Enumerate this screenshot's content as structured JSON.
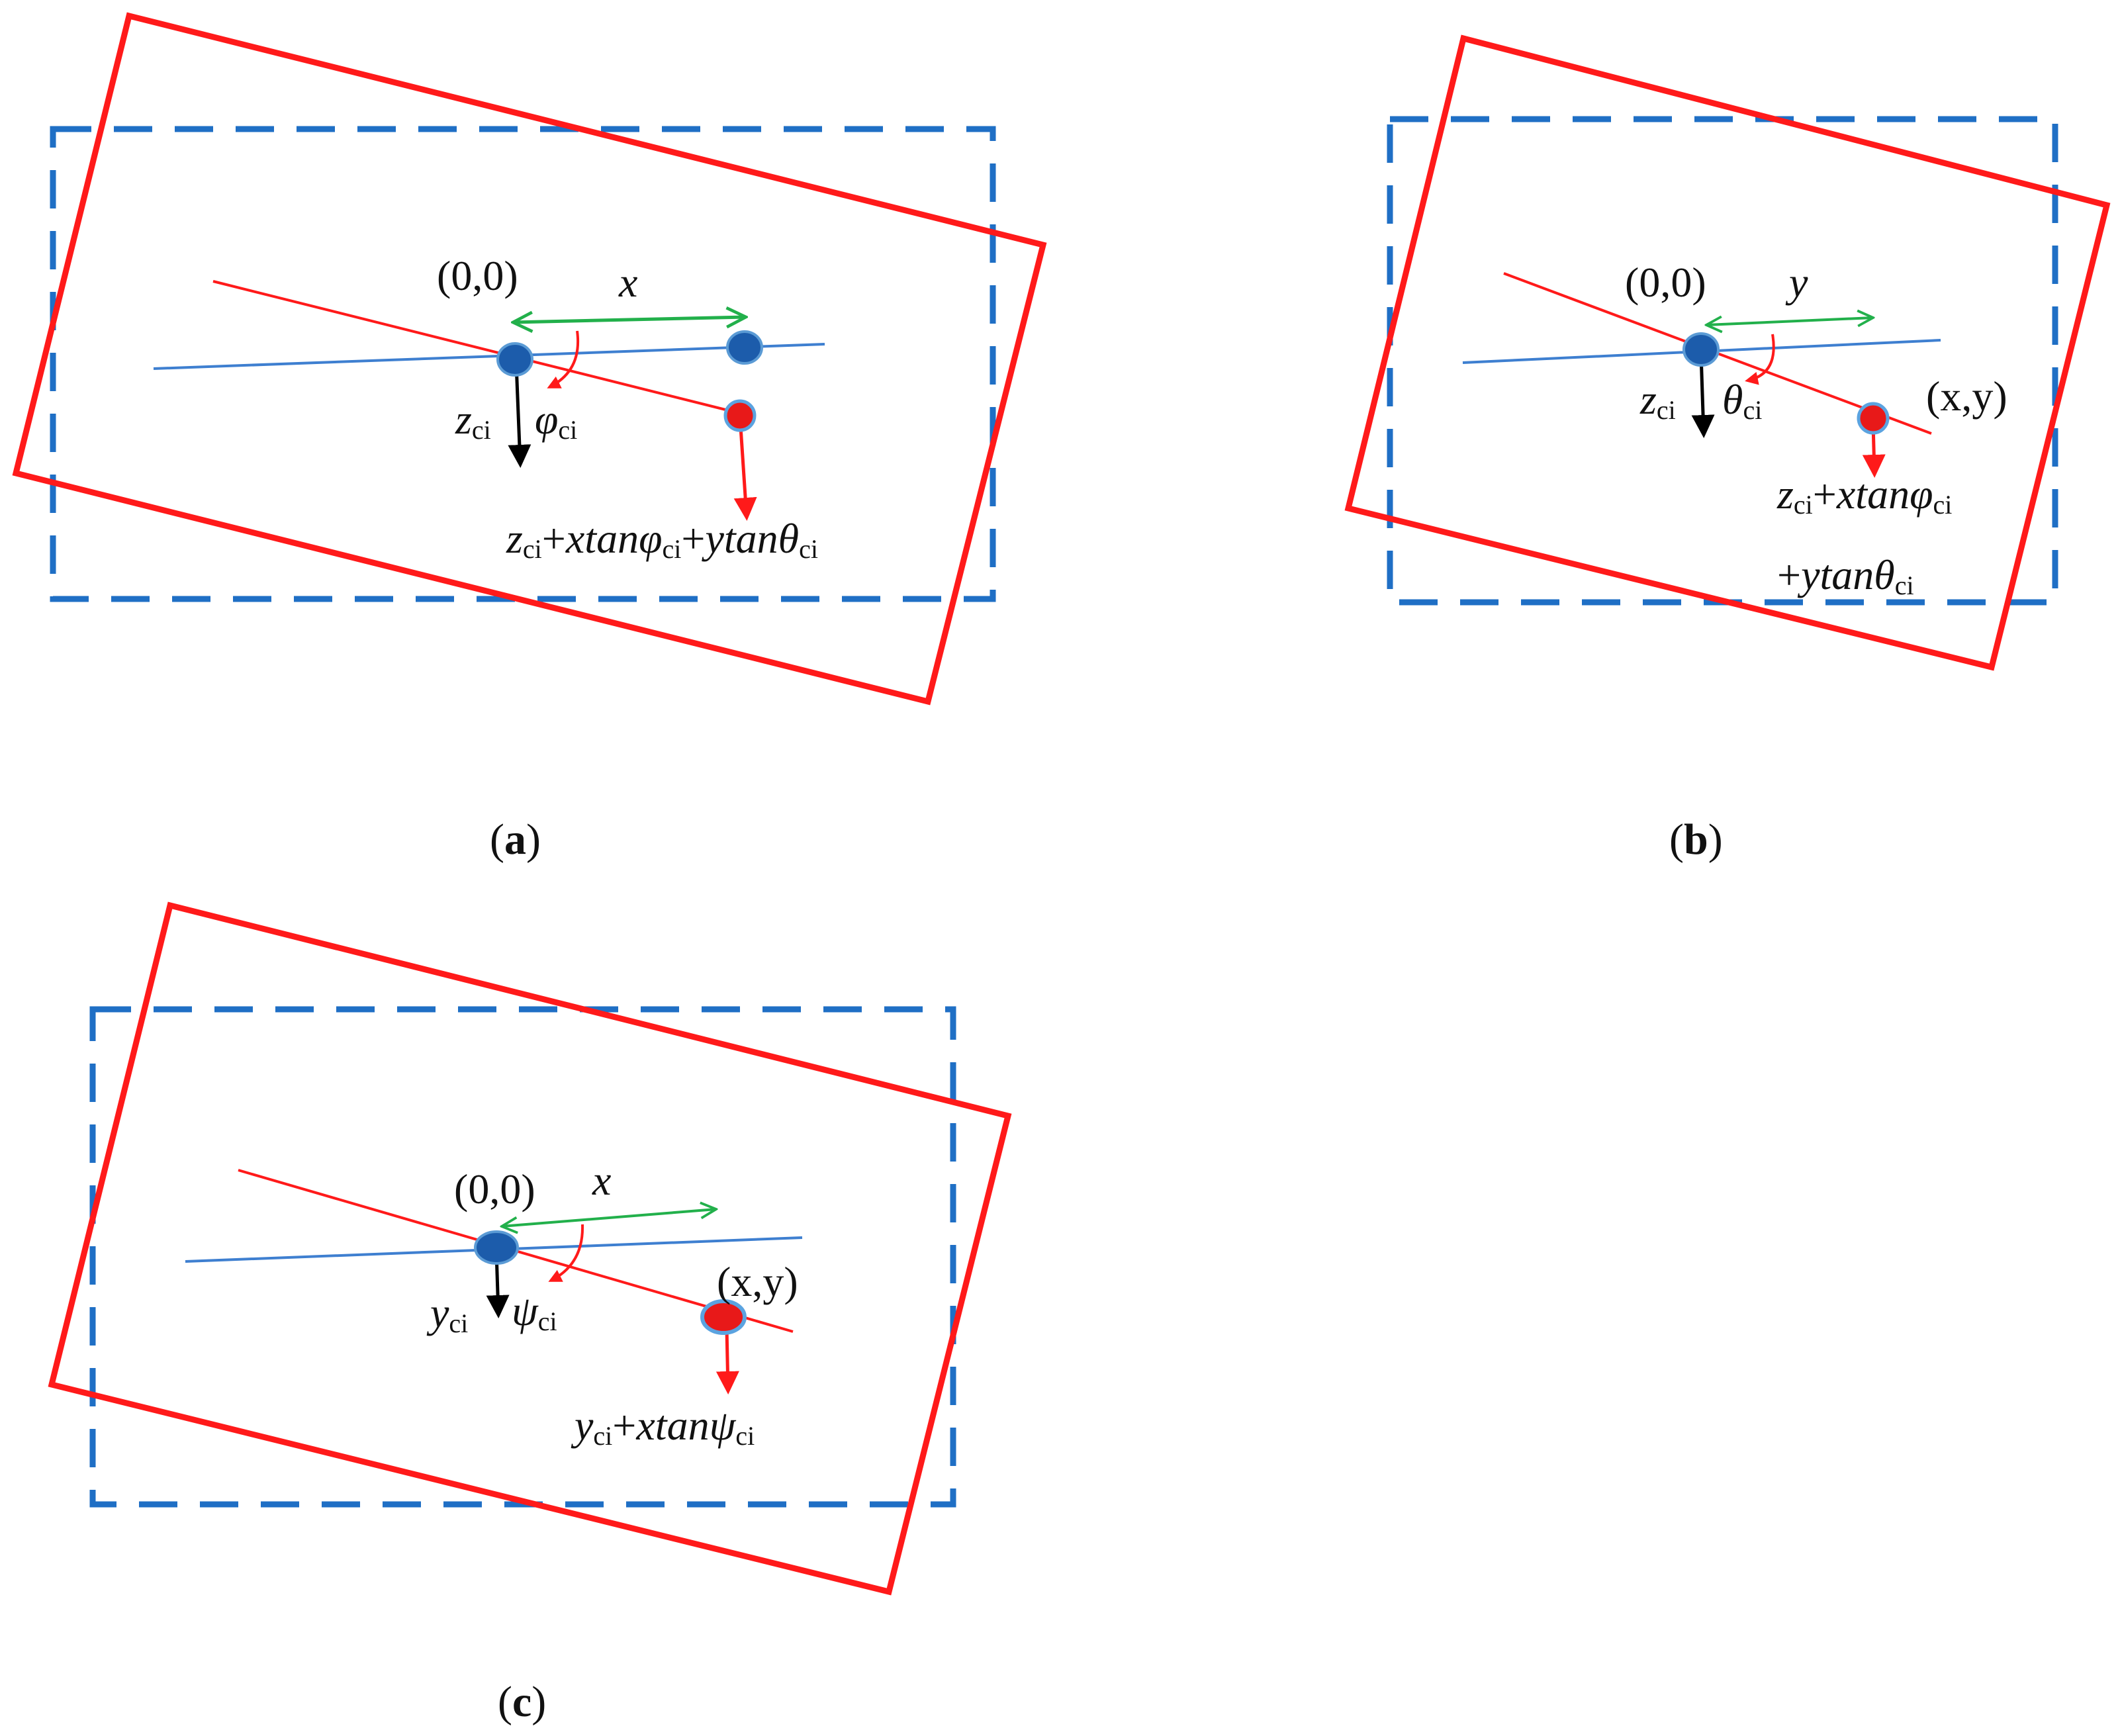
{
  "panels": {
    "a": {
      "caption_letter": "a",
      "origin_label": "(0,0)",
      "axis_label": "x",
      "z_var": "z",
      "z_sub": "ci",
      "angle_symbol": "φ",
      "angle_sub": "ci",
      "formula_line1": {
        "p1": "z",
        "s1": "ci",
        "p2": "+",
        "p3": "xtanφ",
        "s2": "ci",
        "p4": "+",
        "p5": "ytanθ",
        "s3": "ci"
      }
    },
    "b": {
      "caption_letter": "b",
      "origin_label": "(0,0)",
      "axis_label": "y",
      "z_var": "z",
      "z_sub": "ci",
      "angle_symbol": "θ",
      "angle_sub": "ci",
      "point_label": "(x,y)",
      "formula_line1": {
        "p1": "z",
        "s1": "ci",
        "p2": "+",
        "p3": "xtanφ",
        "s2": "ci"
      },
      "formula_line2": {
        "p1": "+",
        "p2": "ytanθ",
        "s1": "ci"
      }
    },
    "c": {
      "caption_letter": "c",
      "origin_label": "(0,0)",
      "axis_label": "x",
      "y_var": "y",
      "y_sub": "ci",
      "angle_symbol": "ψ",
      "angle_sub": "ci",
      "point_label": "(x,y)",
      "formula_line1": {
        "p1": "y",
        "s1": "ci",
        "p2": "+",
        "p3": "xtanψ",
        "s2": "ci"
      }
    }
  },
  "caption_parens": {
    "open": "(",
    "close": ")"
  },
  "colors": {
    "rotated_frame": "#ff1a1a",
    "reference_frame": "#1f6fc5",
    "blue_line": "#3e7fd0",
    "red_line": "#ff1a1a",
    "distance_arrow": "#22b04b",
    "down_arrow": "#000000",
    "point_blue": "#1c5cab",
    "point_red": "#e81919"
  }
}
